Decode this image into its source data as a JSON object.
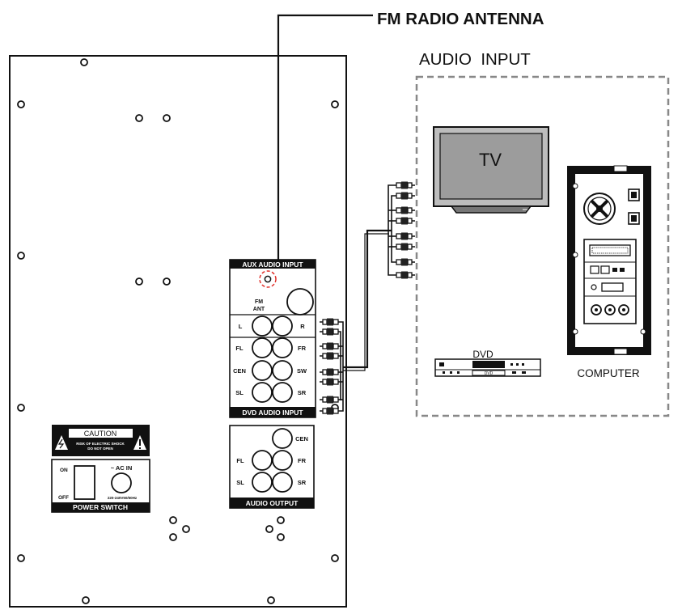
{
  "labels": {
    "fm_radio_antenna": "FM RADIO ANTENNA",
    "audio_input": "AUDIO  INPUT",
    "aux_audio_input": "AUX AUDIO INPUT",
    "fm": "FM",
    "ant": "ANT",
    "l": "L",
    "r": "R",
    "fl": "FL",
    "fr": "FR",
    "cen": "CEN",
    "sw": "SW",
    "sl": "SL",
    "sr": "SR",
    "dvd_audio_input": "DVD AUDIO INPUT",
    "audio_output": "AUDIO OUTPUT",
    "out_cen": "CEN",
    "out_fl": "FL",
    "out_fr": "FR",
    "out_sl": "SL",
    "out_sr": "SR",
    "caution": "CAUTION",
    "risk_line1": "RISK OF ELECTRIC SHOCK",
    "risk_line2": "DO NOT OPEN",
    "on": "ON",
    "off": "OFF",
    "ac_in": "~ AC IN",
    "voltage": "220-240V50/60Hz",
    "power_switch": "POWER SWITCH",
    "tv": "TV",
    "dvd": "DVD",
    "dvd_front": "DVD",
    "computer": "COMPUTER"
  },
  "icons": [
    "warning-triangle-icon",
    "tv-icon",
    "dvd-player-icon",
    "computer-tower-icon",
    "rca-plug-icon",
    "fan-icon"
  ],
  "colors": {
    "line": "#111111",
    "fm_highlight": "#e0302a",
    "dashed_box": "#888888"
  }
}
